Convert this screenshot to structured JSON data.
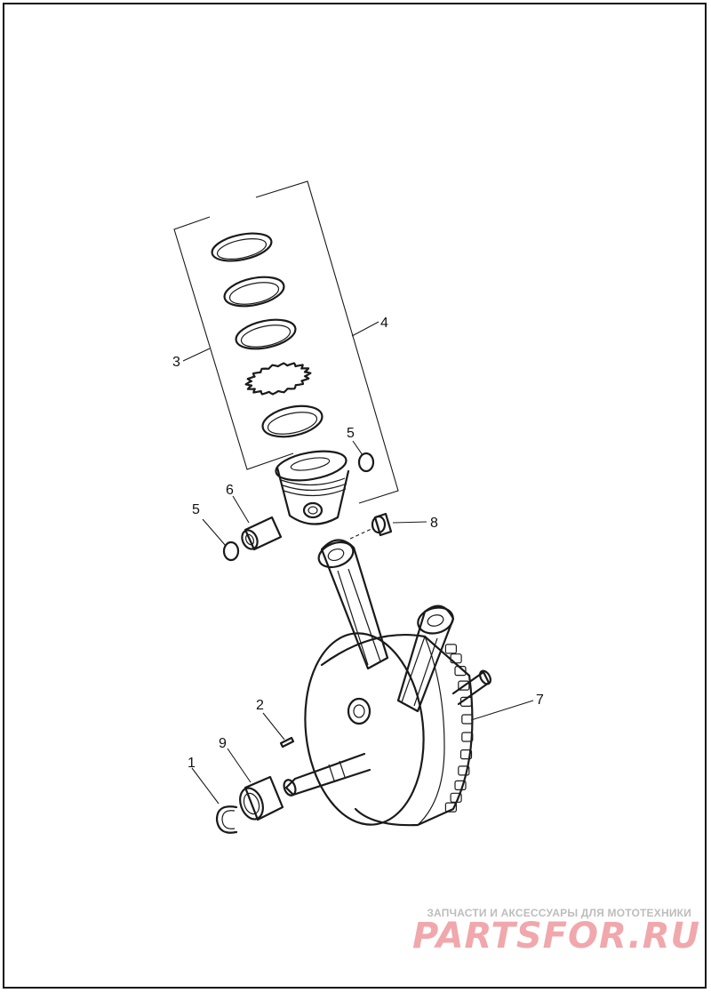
{
  "callouts": [
    "1",
    "2",
    "3",
    "4",
    "5",
    "5",
    "6",
    "7",
    "8",
    "9"
  ],
  "watermark": {
    "tagline": "ЗАПЧАСТИ И АКСЕССУАРЫ ДЛЯ МОТОТЕХНИКИ",
    "logo": "PARTSFOR.RU"
  }
}
